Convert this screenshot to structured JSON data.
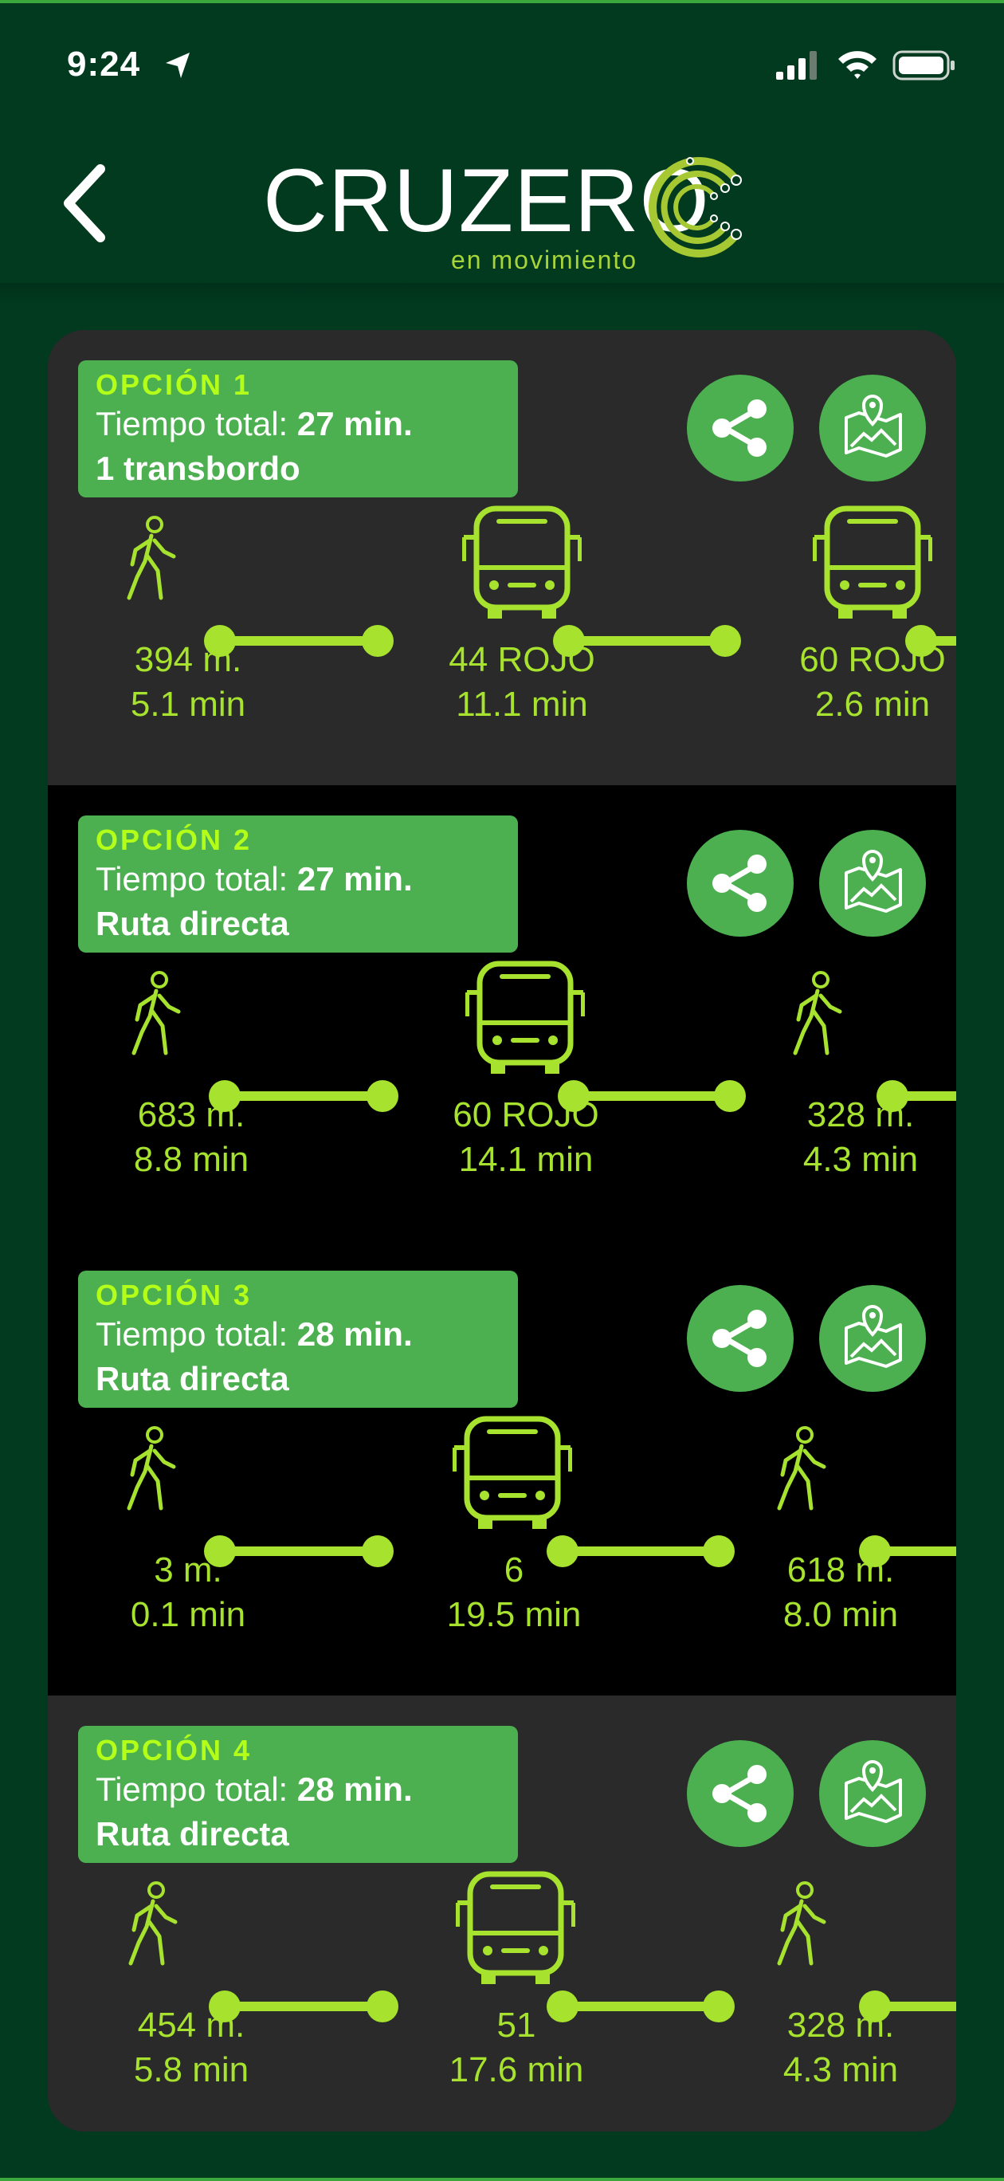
{
  "status": {
    "time": "9:24"
  },
  "header": {
    "logo_word": "CRUZERO",
    "logo_tag": "en movimiento"
  },
  "options": [
    {
      "label": "OPCIÓN 1",
      "total_prefix": "Tiempo total:",
      "total_value": "27 min.",
      "transfers": "1 transbordo",
      "segments": [
        {
          "mode": "walk",
          "line1": "394 m.",
          "line2": "5.1 min"
        },
        {
          "mode": "bus",
          "line1": "44 ROJO",
          "line2": "11.1 min"
        },
        {
          "mode": "bus",
          "line1": "60 ROJO",
          "line2": "2.6 min"
        }
      ]
    },
    {
      "label": "OPCIÓN 2",
      "total_prefix": "Tiempo total:",
      "total_value": "27 min.",
      "transfers": "Ruta directa",
      "segments": [
        {
          "mode": "walk",
          "line1": "683 m.",
          "line2": "8.8 min"
        },
        {
          "mode": "bus",
          "line1": "60 ROJO",
          "line2": "14.1 min"
        },
        {
          "mode": "walk",
          "line1": "328 m.",
          "line2": "4.3 min"
        }
      ]
    },
    {
      "label": "OPCIÓN 3",
      "total_prefix": "Tiempo total:",
      "total_value": "28 min.",
      "transfers": "Ruta directa",
      "segments": [
        {
          "mode": "walk",
          "line1": "3 m.",
          "line2": "0.1 min"
        },
        {
          "mode": "bus",
          "line1": "6",
          "line2": "19.5 min"
        },
        {
          "mode": "walk",
          "line1": "618 m.",
          "line2": "8.0 min"
        }
      ]
    },
    {
      "label": "OPCIÓN 4",
      "total_prefix": "Tiempo total:",
      "total_value": "28 min.",
      "transfers": "Ruta directa",
      "segments": [
        {
          "mode": "walk",
          "line1": "454 m.",
          "line2": "5.8 min"
        },
        {
          "mode": "bus",
          "line1": "51",
          "line2": "17.6 min"
        },
        {
          "mode": "walk",
          "line1": "328 m.",
          "line2": "4.3 min"
        }
      ]
    }
  ],
  "colors": {
    "accent": "#a6e22e",
    "button_green": "#4caf50",
    "header_green": "#013a1e"
  }
}
